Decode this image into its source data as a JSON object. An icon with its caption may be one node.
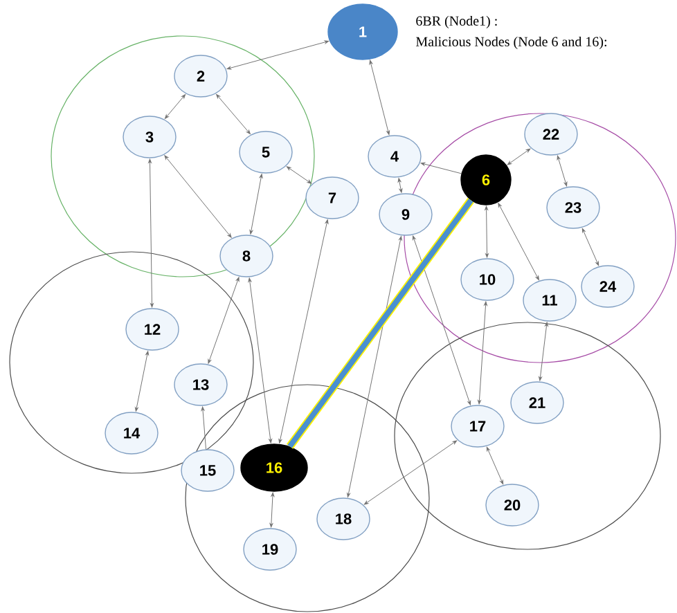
{
  "diagram": {
    "nodes": [
      {
        "text": [
          "1"
        ]
      },
      {
        "text": [
          "2"
        ]
      },
      {
        "text": [
          "3"
        ]
      },
      {
        "text": [
          "4"
        ]
      },
      {
        "text": [
          "5"
        ]
      },
      {
        "text": [
          "6"
        ]
      },
      {
        "text": [
          "7"
        ]
      },
      {
        "text": [
          "8"
        ]
      },
      {
        "text": [
          "9"
        ]
      },
      {
        "text": [
          "10"
        ]
      },
      {
        "text": [
          "11"
        ]
      },
      {
        "text": [
          "12"
        ]
      },
      {
        "text": [
          "13"
        ]
      },
      {
        "text": [
          "14"
        ]
      },
      {
        "text": [
          "15"
        ]
      },
      {
        "text": [
          "16"
        ]
      },
      {
        "text": [
          "17"
        ]
      },
      {
        "text": [
          "18"
        ]
      },
      {
        "text": [
          "19"
        ]
      },
      {
        "text": [
          "20"
        ]
      },
      {
        "text": [
          "21"
        ]
      },
      {
        "text": [
          "22"
        ]
      },
      {
        "text": [
          "23"
        ]
      },
      {
        "text": [
          "24"
        ]
      }
    ],
    "edges": [
      {
        "from": 0,
        "to": 1,
        "arrow": "both"
      },
      {
        "from": 0,
        "to": 3,
        "arrow": "both"
      },
      {
        "from": 1,
        "to": 2,
        "arrow": "both"
      },
      {
        "from": 1,
        "to": 4,
        "arrow": "both"
      },
      {
        "from": 2,
        "to": 11,
        "arrow": "both"
      },
      {
        "from": 2,
        "to": 7,
        "arrow": "both"
      },
      {
        "from": 4,
        "to": 7,
        "arrow": "both"
      },
      {
        "from": 4,
        "to": 6,
        "arrow": "both"
      },
      {
        "from": 3,
        "to": 8,
        "arrow": "both"
      },
      {
        "from": 5,
        "to": 3,
        "arrow": "to"
      },
      {
        "from": 5,
        "to": 21,
        "arrow": "both"
      },
      {
        "from": 21,
        "to": 22,
        "arrow": "both"
      },
      {
        "from": 22,
        "to": 23,
        "arrow": "both"
      },
      {
        "from": 5,
        "to": 9,
        "arrow": "both"
      },
      {
        "from": 5,
        "to": 10,
        "arrow": "both"
      },
      {
        "from": 9,
        "to": 16,
        "arrow": "both"
      },
      {
        "from": 10,
        "to": 20,
        "arrow": "both"
      },
      {
        "from": 8,
        "to": 16,
        "arrow": "both"
      },
      {
        "from": 8,
        "to": 17,
        "arrow": "both"
      },
      {
        "from": 16,
        "to": 19,
        "arrow": "both"
      },
      {
        "from": 16,
        "to": 17,
        "arrow": "both"
      },
      {
        "from": 7,
        "to": 12,
        "arrow": "both"
      },
      {
        "from": 7,
        "to": 15,
        "arrow": "both"
      },
      {
        "from": 6,
        "to": 15,
        "arrow": "both"
      },
      {
        "from": 11,
        "to": 13,
        "arrow": "both"
      },
      {
        "from": 14,
        "to": 12,
        "arrow": "to"
      },
      {
        "from": 15,
        "to": 18,
        "arrow": "both"
      },
      {
        "from": 5,
        "to": 15,
        "arrow": "none",
        "style": "thick",
        "color": "#4a90d0"
      }
    ],
    "labels": [
      "6BR (Node1) :",
      "Malicious Nodes (Node 6 and 16):"
    ]
  }
}
